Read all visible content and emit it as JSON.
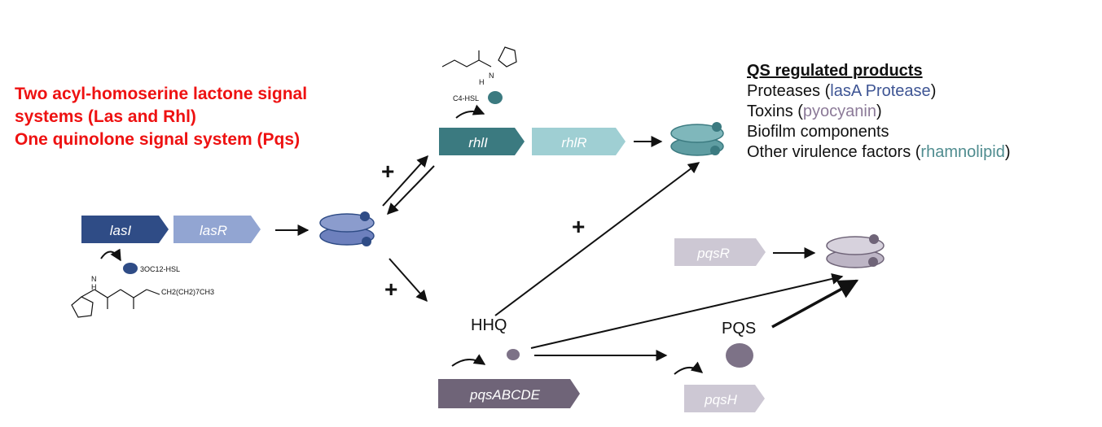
{
  "note": {
    "line1": "Two acyl-homoserine lactone signal",
    "line2": "systems (Las and Rhl)",
    "line3": "One quinolone signal system (Pqs)"
  },
  "products": {
    "header": "QS regulated products",
    "items": [
      {
        "prefix": "Proteases (",
        "highlight": "lasA Protease",
        "suffix": ")",
        "color": "#3e5594"
      },
      {
        "prefix": "Toxins (",
        "highlight": "pyocyanin",
        "suffix": ")",
        "color": "#8c7a98"
      },
      {
        "prefix": "Biofilm components",
        "highlight": "",
        "suffix": "",
        "color": ""
      },
      {
        "prefix": "Other virulence factors (",
        "highlight": "rhamnolipid",
        "suffix": ")",
        "color": "#4f8c8f"
      }
    ]
  },
  "genes": {
    "lasI": "lasI",
    "lasR": "lasR",
    "rhlI": "rhlI",
    "rhlR": "rhlR",
    "pqsR": "pqsR",
    "pqsABCDE": "pqsABCDE",
    "pqsH": "pqsH"
  },
  "signals": {
    "c4hsl": "C4-HSL",
    "oc12hsl": "3OC12-HSL",
    "hhq": "HHQ",
    "pqs": "PQS",
    "chain": "CH2(CH2)7CH3"
  },
  "plus_sign": "+",
  "colors": {
    "las_dark": "#2f4c86",
    "las_light": "#92a5d2",
    "rhl_dark": "#3b7a80",
    "rhl_light": "#9fcfd3",
    "pqs_dark": "#6f6478",
    "pqs_light": "#cdc8d4",
    "red": "#ee1111"
  }
}
